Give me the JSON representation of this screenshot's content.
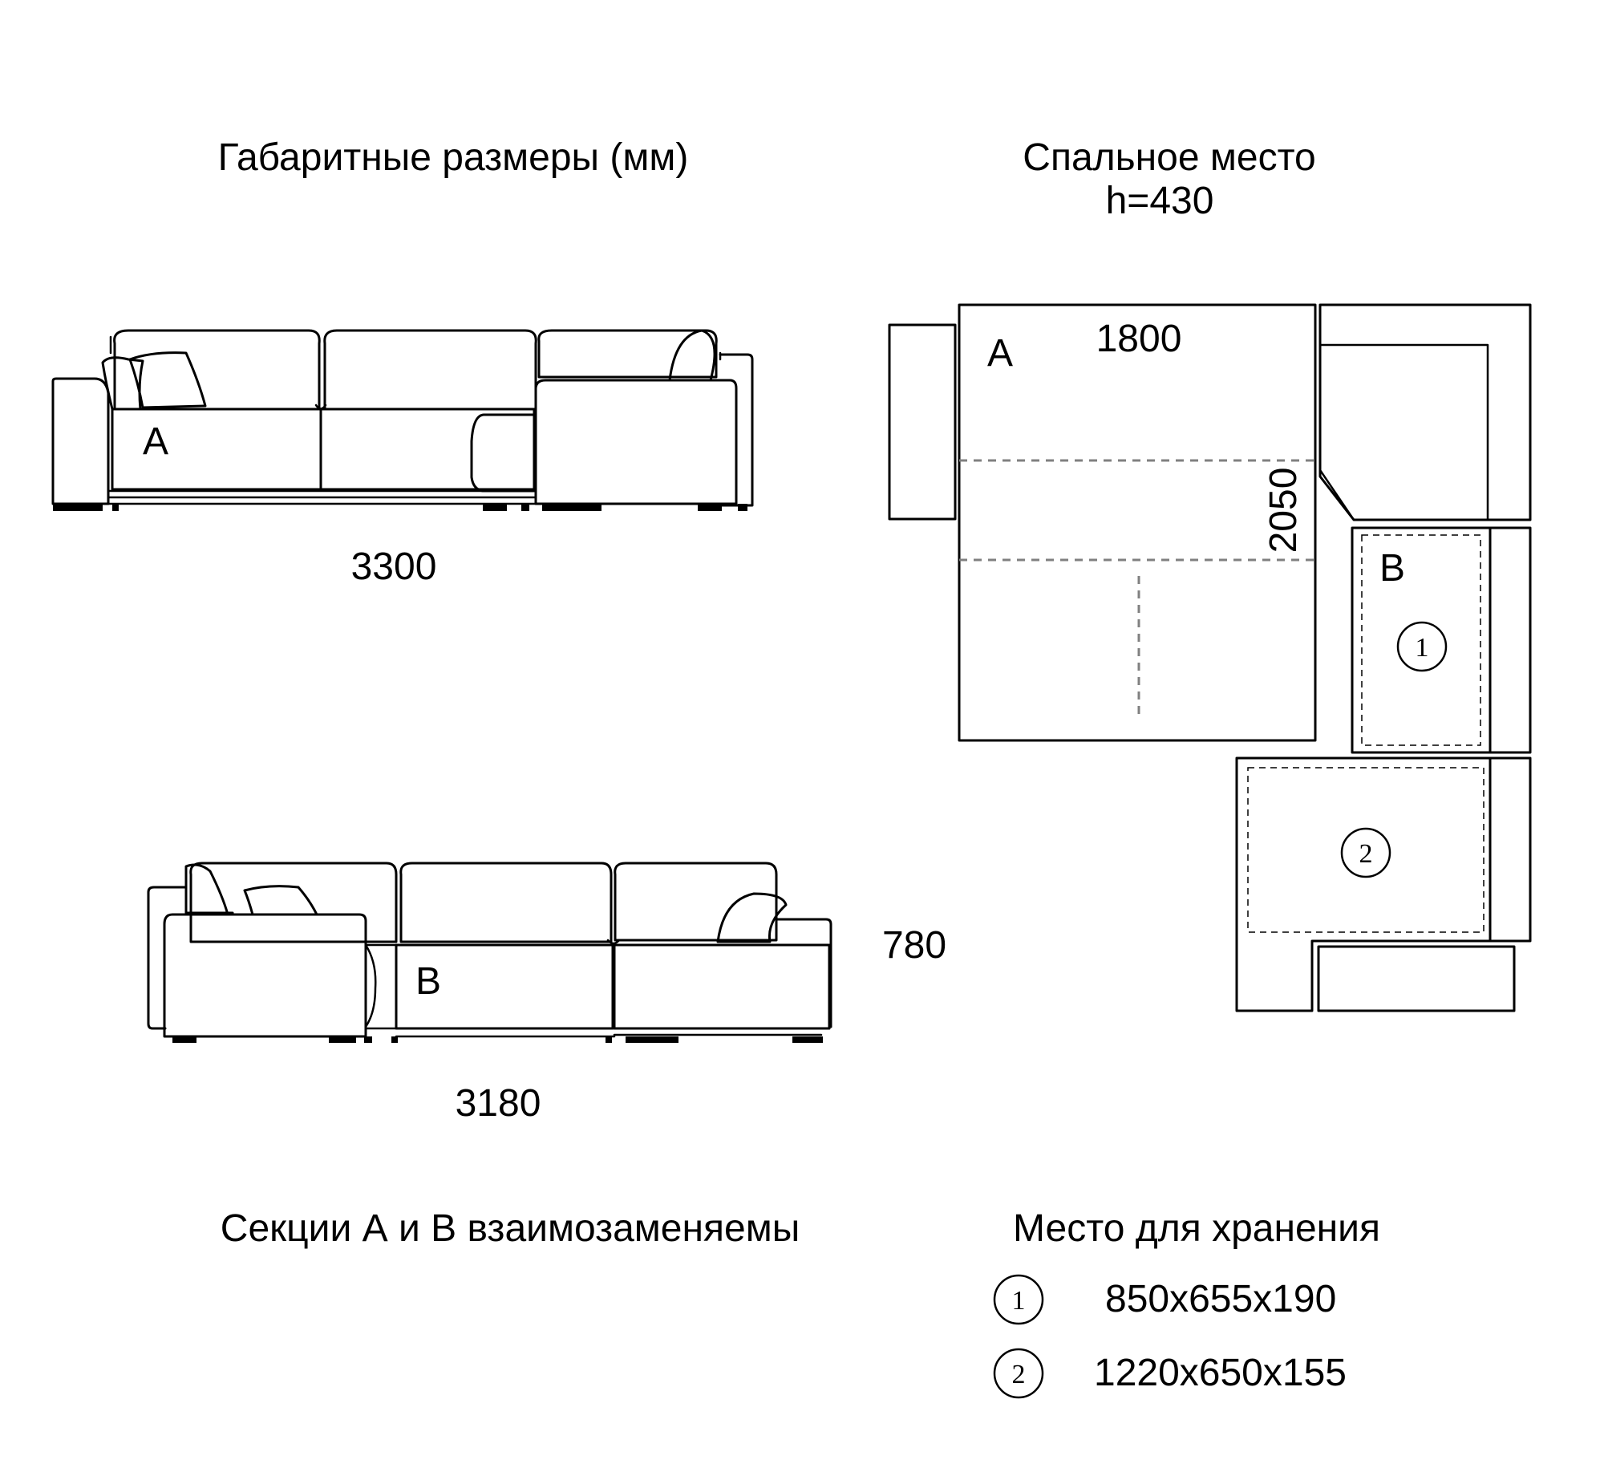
{
  "titles": {
    "dimensions": "Габаритные размеры (мм)",
    "sleeping_place_line1": "Спальное место",
    "sleeping_place_line2": "h=430"
  },
  "front_view_a": {
    "section_label": "A",
    "width_label": "3300"
  },
  "front_view_b": {
    "section_label": "B",
    "width_label": "3180",
    "height_label": "780"
  },
  "plan_view": {
    "section_a_label": "A",
    "section_b_label": "B",
    "bed_width_label": "1800",
    "bed_length_label": "2050",
    "storage_1_marker": "1",
    "storage_2_marker": "2"
  },
  "notes": {
    "interchangeable": "Секции А и В взаимозаменяемы"
  },
  "storage": {
    "title": "Место для хранения",
    "items": [
      {
        "marker": "1",
        "size": "850x655x190"
      },
      {
        "marker": "2",
        "size": "1220x650x155"
      }
    ]
  },
  "colors": {
    "line": "#000000",
    "dashed_guide": "#808080",
    "background": "#ffffff"
  }
}
